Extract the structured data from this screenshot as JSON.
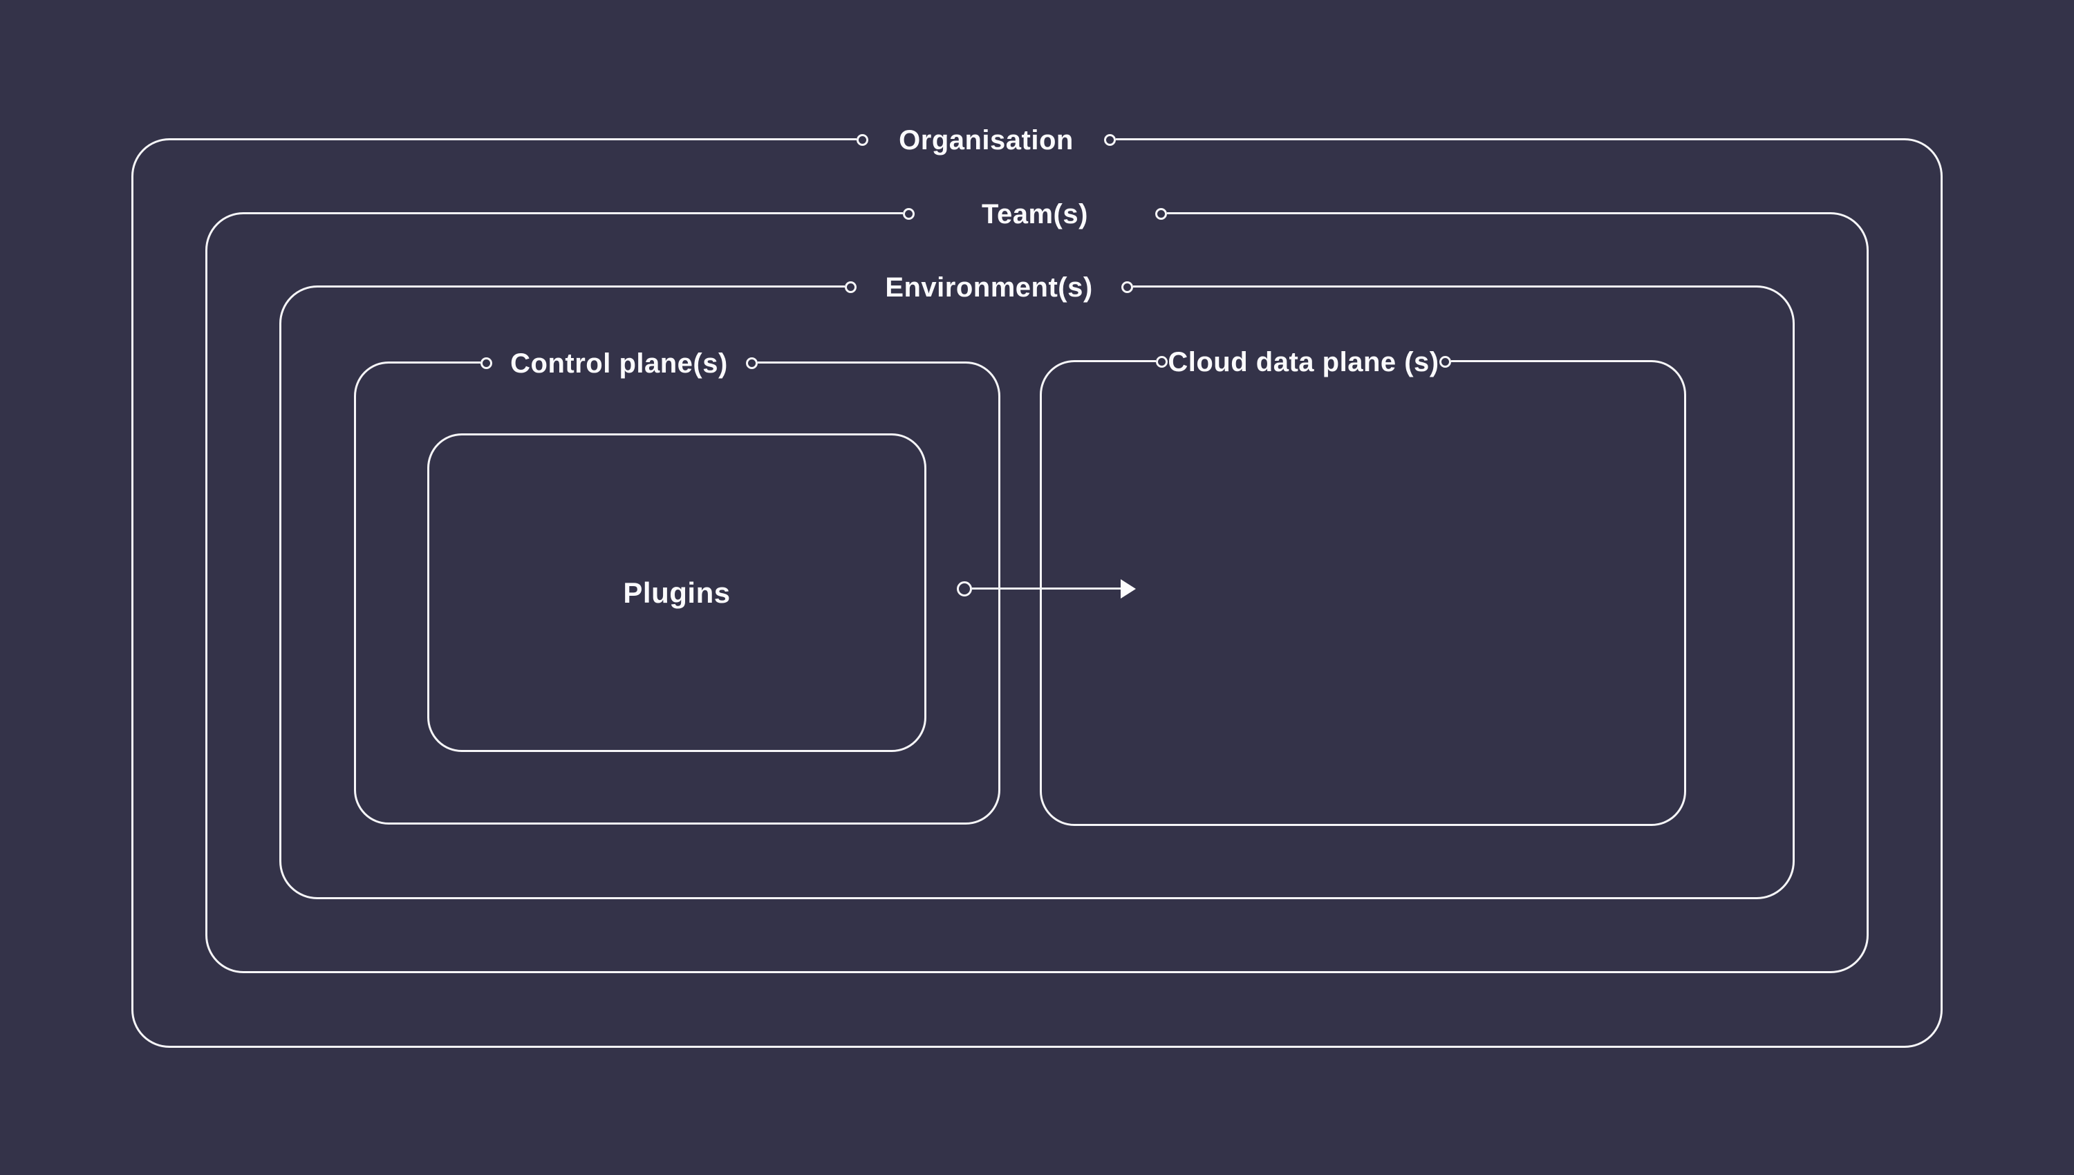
{
  "diagram": {
    "title": "Nested platform scopes diagram",
    "background_color": "#343349",
    "line_color": "#f6f6f8",
    "text_color": "#fafafc"
  },
  "boxes": {
    "organisation": {
      "label": "Organisation"
    },
    "team": {
      "label": "Team(s)"
    },
    "environment": {
      "label": "Environment(s)"
    },
    "control_plane": {
      "label": "Control plane(s)"
    },
    "cloud_data_plane": {
      "label": "Cloud data plane (s)"
    },
    "plugins": {
      "label": "Plugins"
    }
  },
  "arrow": {
    "from": "Plugins",
    "to": "Cloud data plane (s)",
    "direction": "right"
  }
}
